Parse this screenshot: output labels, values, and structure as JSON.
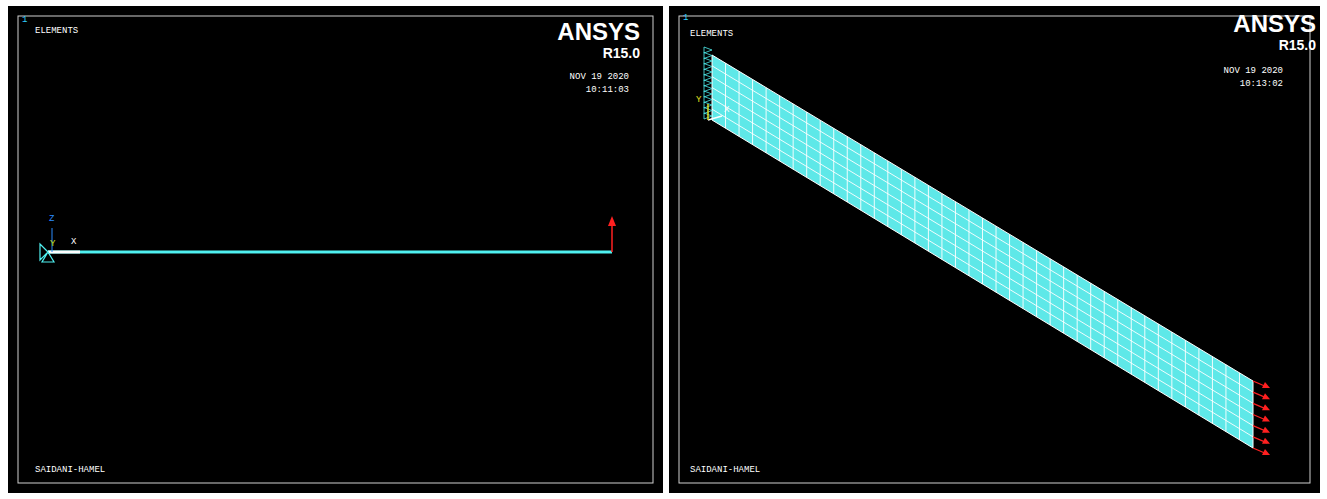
{
  "diagram": {
    "labels": [
      "1",
      "ELEMENTS",
      "ANSYS",
      "R15.0",
      "NOV 19 2020",
      "10:11:03",
      "SAIDANI-HAMEL",
      "Z",
      "Y",
      "X",
      "1",
      "ELEMENTS",
      "ANSYS",
      "R15.0",
      "NOV 19 2020",
      "10:13:02",
      "SAIDANI-HAMEL",
      "Y",
      "X"
    ]
  }
}
